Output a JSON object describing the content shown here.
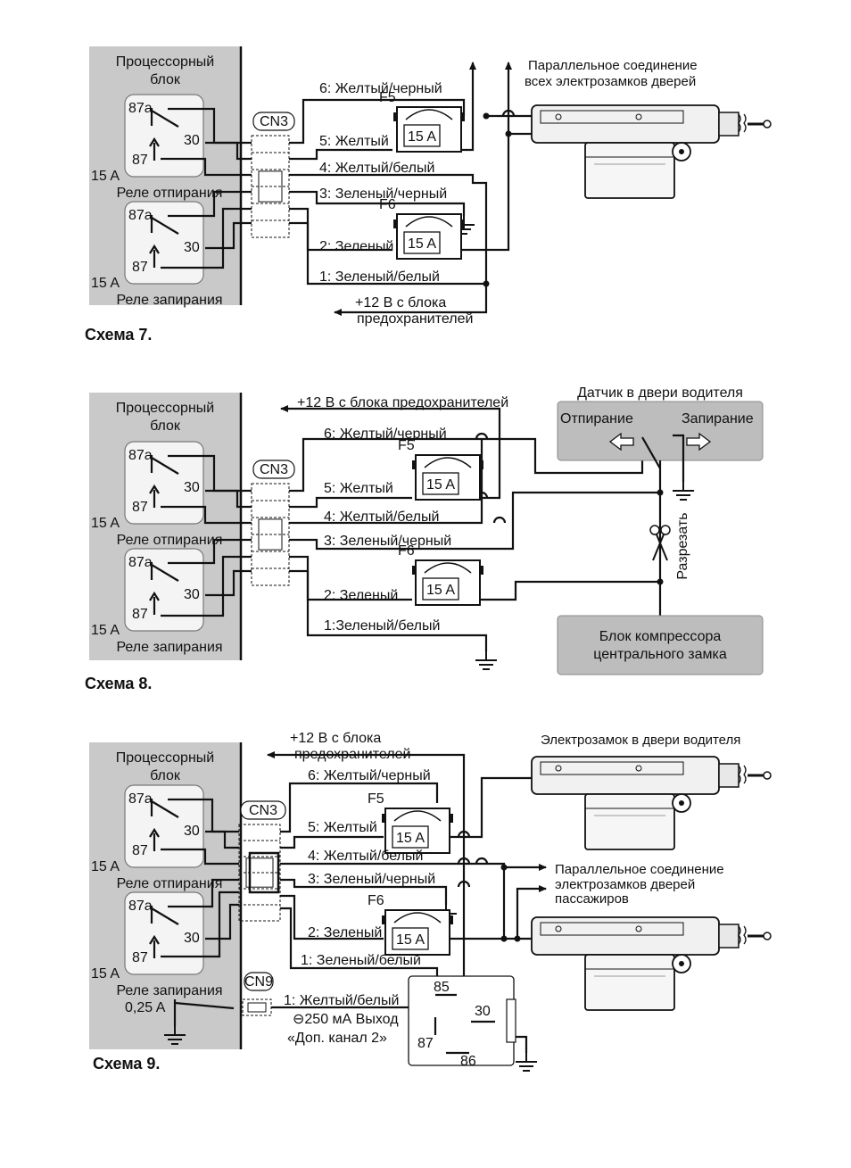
{
  "schemes": [
    {
      "caption": "Схема 7.",
      "processor": {
        "title": "Процессорный",
        "title2": "блок"
      },
      "relay_unlock": {
        "label": "Реле отпирания",
        "pin87a": "87a",
        "pin30": "30",
        "pin87": "87",
        "amp": "15 A"
      },
      "relay_lock": {
        "label": "Реле запирания",
        "pin87a": "87a",
        "pin30": "30",
        "pin87": "87",
        "amp": "15 A"
      },
      "connector": "CN3",
      "wires": [
        "6: Желтый/черный",
        "5: Желтый",
        "4: Желтый/белый",
        "3: Зеленый/черный",
        "2: Зеленый",
        "1: Зеленый/белый"
      ],
      "fuses": [
        {
          "name": "F5",
          "rating": "15 A"
        },
        {
          "name": "F6",
          "rating": "15 A"
        }
      ],
      "note_top": "Параллельное соединение",
      "note_top2": "всех электрозамков дверей",
      "supply": "+12 В с блока",
      "supply2": "предохранителей"
    },
    {
      "caption": "Схема 8.",
      "processor": {
        "title": "Процессорный",
        "title2": "блок"
      },
      "relay_unlock": {
        "label": "Реле отпирания",
        "pin87a": "87a",
        "pin30": "30",
        "pin87": "87",
        "amp": "15 A"
      },
      "relay_lock": {
        "label": "Реле запирания",
        "pin87a": "87a",
        "pin30": "30",
        "pin87": "87",
        "amp": "15 A"
      },
      "connector": "CN3",
      "wires": [
        "6: Желтый/черный",
        "5: Желтый",
        "4: Желтый/белый",
        "3: Зеленый/черный",
        "2: Зеленый",
        "1:Зеленый/белый"
      ],
      "fuses": [
        {
          "name": "F5",
          "rating": "15 A"
        },
        {
          "name": "F6",
          "rating": "15 A"
        }
      ],
      "supply": "+12 В с блока предохранителей",
      "sensor": {
        "title": "Датчик в двери водителя",
        "unlock": "Отпирание",
        "lock": "Запирание"
      },
      "cut": "Разрезать",
      "compressor": {
        "line1": "Блок компрессора",
        "line2": "центрального замка"
      }
    },
    {
      "caption": "Схема 9.",
      "processor": {
        "title": "Процессорный",
        "title2": "блок"
      },
      "relay_unlock": {
        "label": "Реле отпирания",
        "pin87a": "87a",
        "pin30": "30",
        "pin87": "87",
        "amp": "15 A"
      },
      "relay_lock": {
        "label": "Реле запирания",
        "pin87a": "87a",
        "pin30": "30",
        "pin87": "87",
        "amp": "15 A"
      },
      "connector": "CN3",
      "connector2": "CN9",
      "wires": [
        "6: Желтый/черный",
        "5: Желтый",
        "4: Желтый/белый",
        "3: Зеленый/черный",
        "2: Зеленый",
        "1: Зеленый/белый"
      ],
      "fuses": [
        {
          "name": "F5",
          "rating": "15 A"
        },
        {
          "name": "F6",
          "rating": "15 A"
        }
      ],
      "supply": "+12 В с блока",
      "supply2": "предохранителей",
      "driver_lock": "Электрозамок в двери водителя",
      "parallel": "Параллельное соединение",
      "parallel2": "электрозамков дверей",
      "parallel3": "пассажиров",
      "out_amp": "0,25 A",
      "cn9_wire": "1: Желтый/белый",
      "out_line1": "⊖250 мА Выход",
      "out_line2": "«Доп. канал 2»",
      "aux_relay": {
        "p85": "85",
        "p30": "30",
        "p87": "87",
        "p86": "86"
      }
    }
  ]
}
